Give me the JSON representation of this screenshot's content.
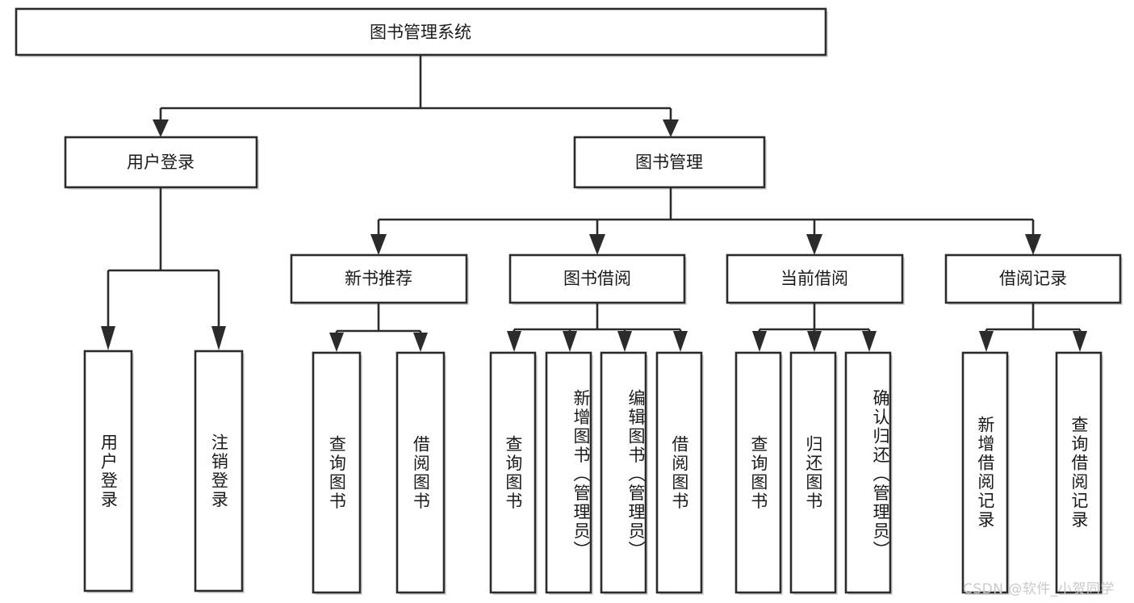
{
  "diagram": {
    "type": "tree-hierarchy",
    "title": "图书管理系统",
    "root": {
      "id": "root",
      "label": "图书管理系统"
    },
    "level2": [
      {
        "id": "user-login",
        "label": "用户登录"
      },
      {
        "id": "book-manage",
        "label": "图书管理"
      }
    ],
    "level3": [
      {
        "id": "new-book-recommend",
        "label": "新书推荐",
        "parent": "book-manage"
      },
      {
        "id": "book-borrow",
        "label": "图书借阅",
        "parent": "book-manage"
      },
      {
        "id": "current-borrow",
        "label": "当前借阅",
        "parent": "book-manage"
      },
      {
        "id": "borrow-record",
        "label": "借阅记录",
        "parent": "book-manage"
      }
    ],
    "leaves": {
      "user-login": [
        {
          "id": "leaf-user-login",
          "label": "用户登录"
        },
        {
          "id": "leaf-logout-login",
          "label": "注销登录"
        }
      ],
      "new-book-recommend": [
        {
          "id": "leaf-query-book-1",
          "label": "查询图书"
        },
        {
          "id": "leaf-borrow-book-1",
          "label": "借阅图书"
        }
      ],
      "book-borrow": [
        {
          "id": "leaf-query-book-2",
          "label": "查询图书"
        },
        {
          "id": "leaf-add-book",
          "label": "新增图书（管理员）"
        },
        {
          "id": "leaf-edit-book",
          "label": "编辑图书（管理员）"
        },
        {
          "id": "leaf-borrow-book-2",
          "label": "借阅图书"
        }
      ],
      "current-borrow": [
        {
          "id": "leaf-query-book-3",
          "label": "查询图书"
        },
        {
          "id": "leaf-return-book",
          "label": "归还图书"
        },
        {
          "id": "leaf-confirm-return",
          "label": "确认归还（管理员）"
        }
      ],
      "borrow-record": [
        {
          "id": "leaf-add-borrow-record",
          "label": "新增借阅记录"
        },
        {
          "id": "leaf-query-borrow-record",
          "label": "查询借阅记录"
        }
      ]
    }
  },
  "watermark": {
    "text": "CSDN @软件_小贺同学"
  },
  "colors": {
    "stroke": "#2b2b2b",
    "box_fill": "#ffffff",
    "text": "#1a1a1a",
    "background": "#ffffff",
    "watermark": "#c9c9c9"
  }
}
